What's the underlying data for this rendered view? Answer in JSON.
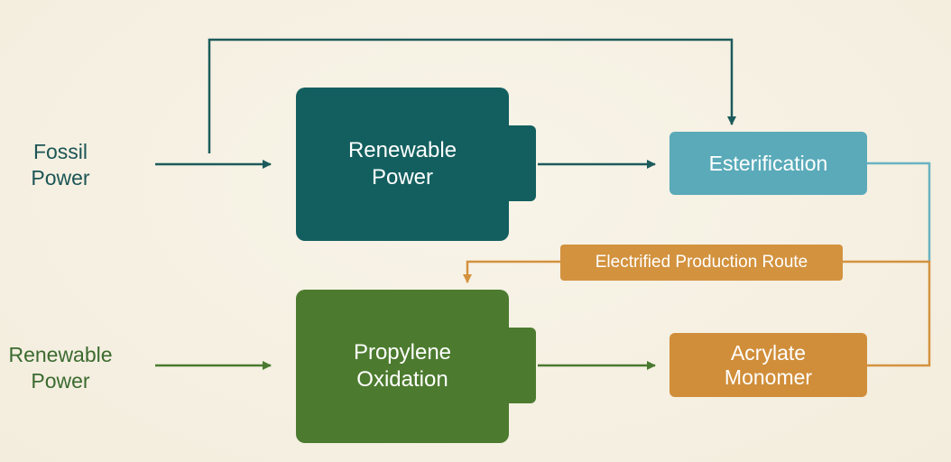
{
  "inputs": {
    "fossil_power": {
      "line1": "Fossil",
      "line2": "Power"
    },
    "renewable_power": {
      "line1": "Renewable",
      "line2": "Power"
    }
  },
  "blocks": {
    "renewable_power": {
      "line1": "Renewable",
      "line2": "Power"
    },
    "propylene_oxidation": {
      "line1": "Propylene",
      "line2": "Oxidation"
    }
  },
  "outputs": {
    "esterification": "Esterification",
    "acrylate_monomer": {
      "line1": "Acrylate",
      "line2": "Monomer"
    }
  },
  "route_label": "Electrified Production Route",
  "colors": {
    "background": "#f6f1e3",
    "teal_dark": "#135f5f",
    "teal_light": "#5aaab9",
    "green": "#4c7b2f",
    "orange": "#d08e3a",
    "arrow_teal": "#1c5b5c",
    "arrow_green": "#4a7a30",
    "arrow_orange": "#d3923e",
    "arrow_light_teal": "#6ab3c2"
  }
}
